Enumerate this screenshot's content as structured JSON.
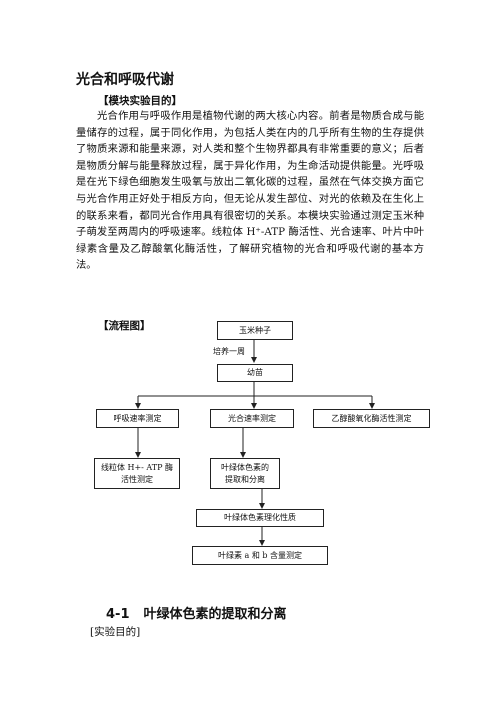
{
  "doc": {
    "title": "光合和呼吸代谢",
    "objective_heading": "【模块实验目的】",
    "objective_text": "光合作用与呼吸作用是植物代谢的两大核心内容。前者是物质合成与能量储存的过程，属于同化作用，为包括人类在内的几乎所有生物的生存提供了物质来源和能量来源，对人类和整个生物界都具有非常重要的意义；后者是物质分解与能量释放过程，属于异化作用，为生命活动提供能量。光呼吸是在光下绿色细胞发生吸氧与放出二氧化碳的过程，虽然在气体交换方面它与光合作用正好处于相反方向，但无论从发生部位、对光的依赖及在生化上的联系来看，都同光合作用具有很密切的关系。本模块实验通过测定玉米种子萌发至两周内的呼吸速率。线粒体 H⁺-ATP 酶活性、光合速率、叶片中叶绿素含量及乙醇酸氧化酶活性，了解研究植物的光合和呼吸代谢的基本方法。",
    "flow_heading": "【流程图】"
  },
  "flowchart": {
    "seed": "玉米种子",
    "edge_label": "培养一周",
    "seedling": "幼苗",
    "resp_rate": "呼吸速率测定",
    "photo_rate": "光合速率测定",
    "glycolate": "乙醇酸氧化酶活性测定",
    "mito_line1": "线粒体 H+- ATP 酶",
    "mito_line2": "活性测定",
    "chloro_line1": "叶绿体色素的",
    "chloro_line2": "提取和分离",
    "pigment_props": "叶绿体色素理化性质",
    "chl_ab": "叶绿素 a 和 b 含量测定"
  },
  "section": {
    "number": "4-1",
    "title": "叶绿体色素的提取和分离",
    "sub_heading": "[实验目的]"
  }
}
